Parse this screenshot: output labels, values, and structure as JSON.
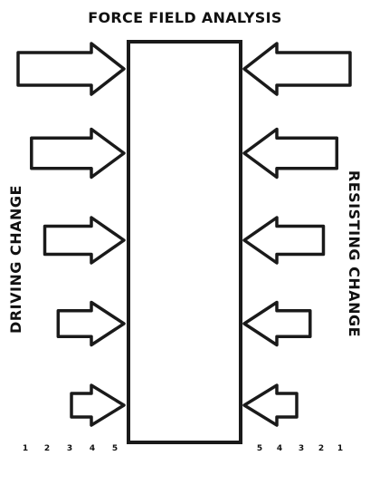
{
  "title": "FORCE FIELD ANALYSIS",
  "left_label": "DRIVING CHANGE",
  "right_label": "RESISTING CHANGE",
  "left_scale": [
    "1",
    "2",
    "3",
    "4",
    "5"
  ],
  "right_scale": [
    "5",
    "4",
    "3",
    "2",
    "1"
  ],
  "colors": {
    "stroke": "#1a1a1a",
    "background": "#ffffff"
  },
  "driving_forces": [
    {
      "rank": 1,
      "strength": 5
    },
    {
      "rank": 2,
      "strength": 4
    },
    {
      "rank": 3,
      "strength": 3
    },
    {
      "rank": 4,
      "strength": 2
    },
    {
      "rank": 5,
      "strength": 1
    }
  ],
  "resisting_forces": [
    {
      "rank": 1,
      "strength": 5
    },
    {
      "rank": 2,
      "strength": 4
    },
    {
      "rank": 3,
      "strength": 3
    },
    {
      "rank": 4,
      "strength": 2
    },
    {
      "rank": 5,
      "strength": 1
    }
  ]
}
